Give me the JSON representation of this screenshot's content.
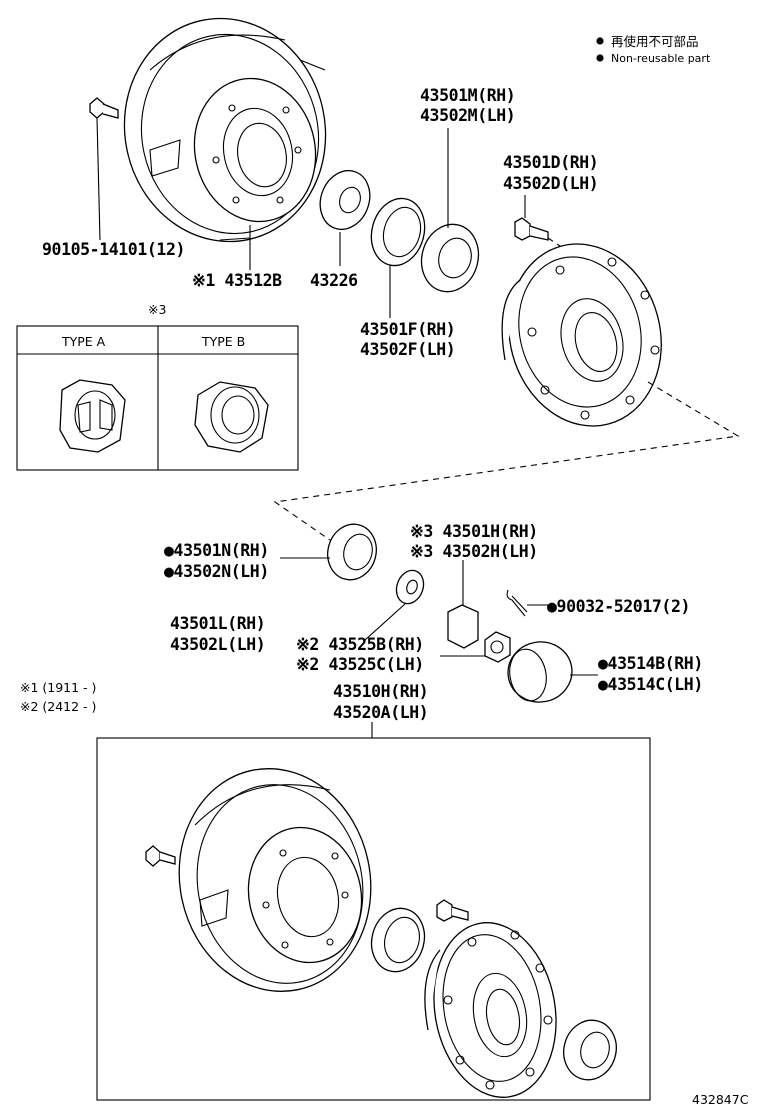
{
  "legend": {
    "non_reusable_jp": "再使用不可部品",
    "non_reusable_en": "Non-reusable part"
  },
  "labels": {
    "bolt": "90105-14101(12)",
    "drum": "※1 43512B",
    "seal": "43226",
    "bearing_m_rh": "43501M(RH)",
    "bearing_m_lh": "43502M(LH)",
    "bolt_d_rh": "43501D(RH)",
    "bolt_d_lh": "43502D(LH)",
    "race_f_rh": "43501F(RH)",
    "race_f_lh": "43502F(LH)",
    "bearing_n_rh": "●43501N(RH)",
    "bearing_n_lh": "●43502N(LH)",
    "nut_h_rh": "※3 43501H(RH)",
    "nut_h_lh": "※3 43502H(LH)",
    "cotter_pin": "●90032-52017(2)",
    "washer_l_rh": "43501L(RH)",
    "washer_l_lh": "43502L(LH)",
    "lock_b_rh": "※2 43525B(RH)",
    "lock_c_lh": "※2 43525C(LH)",
    "cap_b_rh": "●43514B(RH)",
    "cap_c_lh": "●43514C(LH)",
    "hub_rh": "43510H(RH)",
    "hub_lh": "43520A(LH)",
    "ref": "432847C"
  },
  "notes": {
    "note3_mark": "※3",
    "note1": "※1 (1911 -      )",
    "note2": "※2 (2412 -      )"
  },
  "type_table": {
    "col_a": "TYPE A",
    "col_b": "TYPE B"
  }
}
